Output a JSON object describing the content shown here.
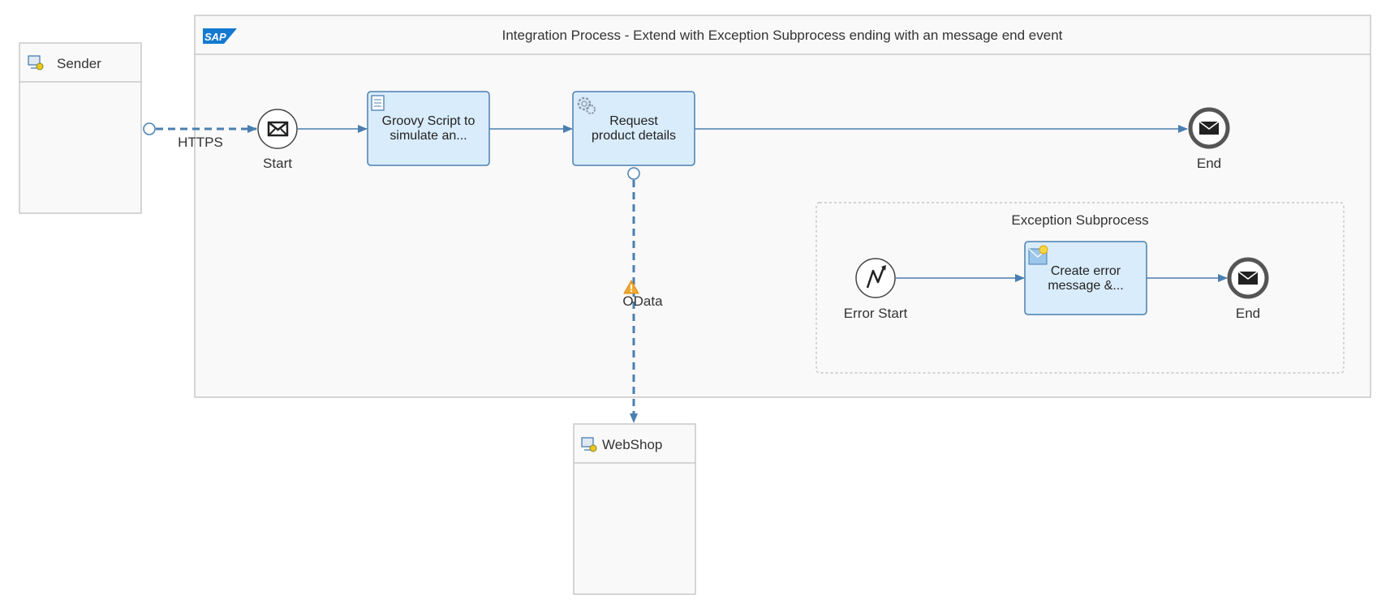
{
  "process": {
    "logo_text": "SAP",
    "title": "Integration Process - Extend with Exception Subprocess ending with an message end event"
  },
  "participants": {
    "sender": "Sender",
    "receiver": "WebShop"
  },
  "events": {
    "start": "Start",
    "end": "End",
    "error_start": "Error Start",
    "error_end": "End"
  },
  "steps": {
    "groovy": [
      "Groovy Script to",
      "simulate an..."
    ],
    "request": [
      "Request",
      "product details"
    ],
    "create_error": [
      "Create error",
      "message &..."
    ]
  },
  "subprocess": {
    "title": "Exception Subprocess"
  },
  "channels": {
    "sender": "HTTPS",
    "receiver": "OData"
  },
  "colors": {
    "flow": "#4a7fb0",
    "step_fill": "#d9ecfb",
    "step_border": "#4a7fb0",
    "pool_fill": "#f9f9f9",
    "pool_border": "#c8c8c8",
    "warning": "#f0a92e",
    "end_ring": "#555555"
  },
  "icons": {
    "sender_participant": "participant-icon",
    "receiver_participant": "participant-icon",
    "groovy": "script-icon",
    "request": "gear-icon",
    "create_error": "content-modifier-icon",
    "start": "envelope-icon",
    "end": "envelope-icon",
    "error_start": "lightning-icon",
    "warning": "warning-icon"
  }
}
